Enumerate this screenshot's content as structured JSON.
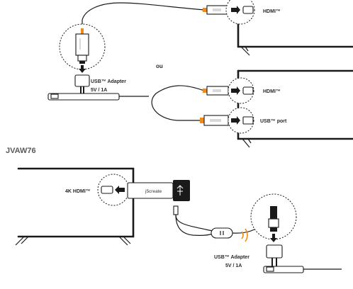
{
  "labels": {
    "hdmi_top": "HDMI™",
    "usb_adapter_top": "USB™ Adapter",
    "power_top": "5V / 1A",
    "ou": "ou",
    "hdmi_mid": "HDMI™",
    "usb_port": "USB™ port",
    "model_title": "JVAW76",
    "hdmi_4k": "4K HDMI™",
    "usb_adapter_bottom": "USB™ Adapter",
    "power_bottom": "5V / 1A"
  },
  "icons": {
    "device_brand_mark": "j5create",
    "usb_symbol": "usb-icon",
    "wireless": "wireless-signal-icon",
    "arrow": "arrow-icon"
  },
  "colors": {
    "accent": "#f08a1c",
    "stroke": "#1a1a1a",
    "label": "#2a2a2a",
    "title": "#5a5a5a"
  }
}
